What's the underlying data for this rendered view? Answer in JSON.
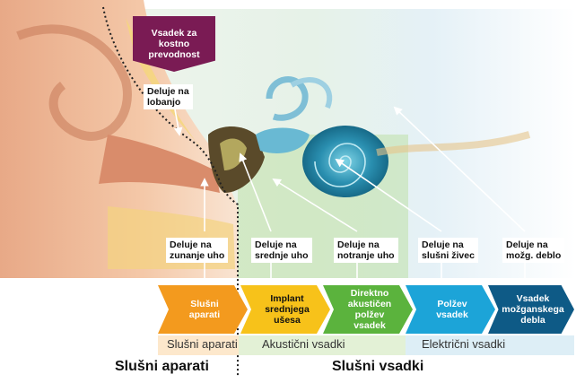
{
  "top_callout": {
    "text": "Vsadek za\nkostno\nprevodnost",
    "color": "#7a1b54"
  },
  "point_labels": [
    {
      "id": "skull",
      "text": "Deluje na\nlobanjo"
    },
    {
      "id": "outer",
      "text": "Deluje na\nzunanje uho"
    },
    {
      "id": "middle",
      "text": "Deluje na\nsrednje uho"
    },
    {
      "id": "inner",
      "text": "Deluje na\nnotranje uho"
    },
    {
      "id": "nerve",
      "text": "Deluje na\nslušni živec"
    },
    {
      "id": "brainstem",
      "text": "Deluje na\nmožg. deblo"
    }
  ],
  "devices": [
    {
      "id": "hearing-aids",
      "text": "Slušni\naparati",
      "color": "#f39a1e"
    },
    {
      "id": "middle-ear-implant",
      "text": "Implant\nsrednjega\nušesa",
      "color": "#f7c21a"
    },
    {
      "id": "direct-acoustic",
      "text": "Direktno\nakustičen\npolžev vsadek",
      "color": "#5bb33d"
    },
    {
      "id": "cochlear",
      "text": "Polžev\nvsadek",
      "color": "#1ca4d8"
    },
    {
      "id": "brainstem-implant",
      "text": "Vsadek\nmožganskega\ndebla",
      "color": "#0e5a86"
    }
  ],
  "categories": [
    {
      "id": "aids",
      "text": "Slušni aparati"
    },
    {
      "id": "acoustic",
      "text": "Akustični vsadki"
    },
    {
      "id": "electric",
      "text": "Električni vsadki"
    }
  ],
  "bottom_titles": {
    "left": "Slušni aparati",
    "right": "Slušni vsadki"
  }
}
